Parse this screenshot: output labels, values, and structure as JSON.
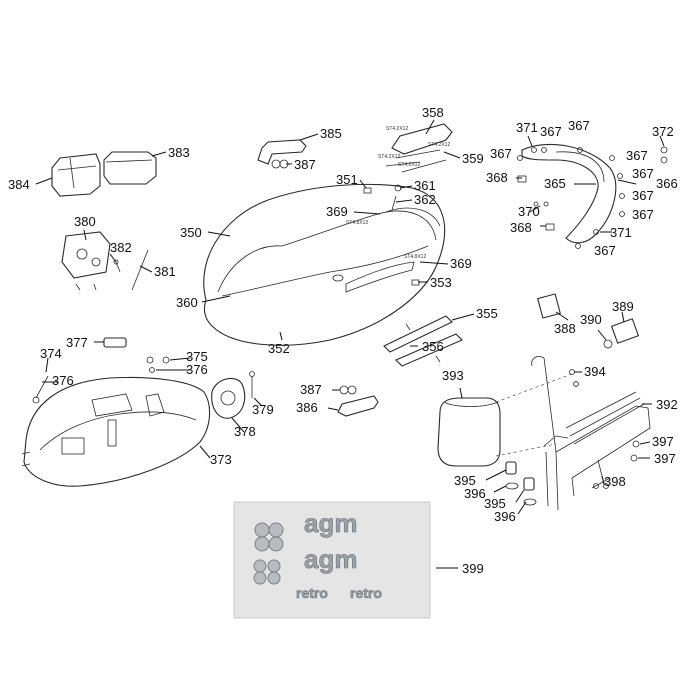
{
  "labels": {
    "l350": "350",
    "l351": "351",
    "l352": "352",
    "l353": "353",
    "l355": "355",
    "l356": "356",
    "l358": "358",
    "l359": "359",
    "l360": "360",
    "l361": "361",
    "l362": "362",
    "l365": "365",
    "l366": "366",
    "l367": "367",
    "l368": "368",
    "l369": "369",
    "l370": "370",
    "l371": "371",
    "l372": "372",
    "l373": "373",
    "l374": "374",
    "l375": "375",
    "l376": "376",
    "l377": "377",
    "l378": "378",
    "l379": "379",
    "l380": "380",
    "l381": "381",
    "l382": "382",
    "l383": "383",
    "l384": "384",
    "l385": "385",
    "l386": "386",
    "l387": "387",
    "l388": "388",
    "l389": "389",
    "l390": "390",
    "l392": "392",
    "l393": "393",
    "l394": "394",
    "l395": "395",
    "l396": "396",
    "l397": "397",
    "l398": "398",
    "l399": "399"
  },
  "screw_specs": {
    "st4_2x12": "ST4.2X12",
    "st4_8x12": "ST4.8X12"
  },
  "photo_texts": {
    "brand": "agm",
    "retro": "retro"
  },
  "colors": {
    "line": "#2a2a2a",
    "photo_bg": "#e4e5e4"
  }
}
